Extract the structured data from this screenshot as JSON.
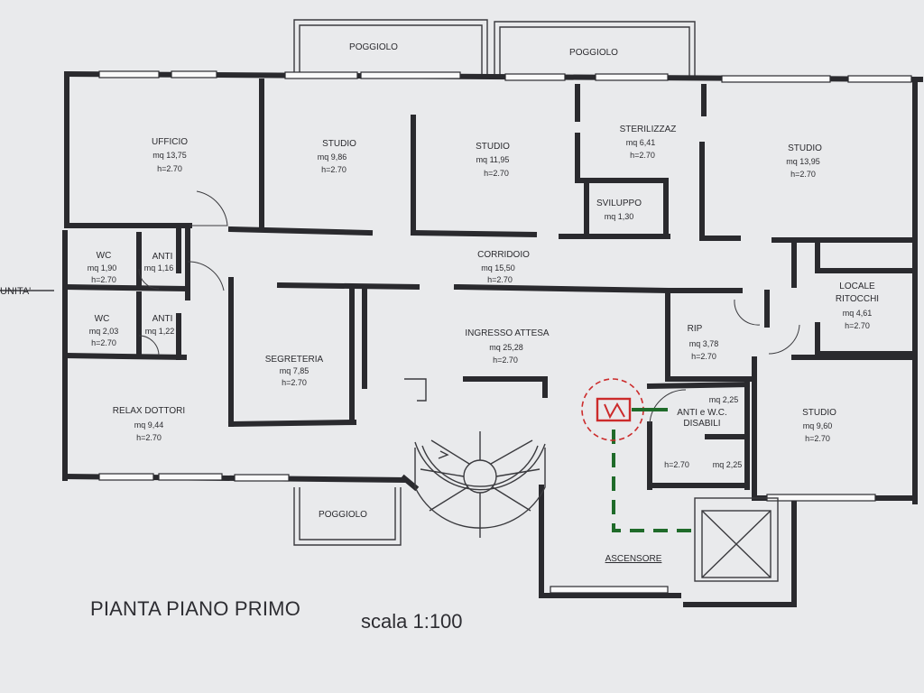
{
  "plan": {
    "title": "PIANTA PIANO PRIMO",
    "scale": "scala 1:100",
    "neighbor_label": "UNITA'",
    "accent_green": "#1f6b2a",
    "accent_red": "#cc2b2b",
    "rooms": [
      {
        "id": "ufficio",
        "name": "UFFICIO",
        "area": "mq 13,75",
        "height": "h=2.70"
      },
      {
        "id": "studio1",
        "name": "STUDIO",
        "area": "mq 9,86",
        "height": "h=2.70"
      },
      {
        "id": "studio2",
        "name": "STUDIO",
        "area": "mq 11,95",
        "height": "h=2.70"
      },
      {
        "id": "sterilizzaz",
        "name": "STERILIZZAZ",
        "area": "mq 6,41",
        "height": "h=2.70"
      },
      {
        "id": "sviluppo",
        "name": "SVILUPPO",
        "area": "mq 1,30",
        "height": ""
      },
      {
        "id": "studio3",
        "name": "STUDIO",
        "area": "mq 13,95",
        "height": "h=2.70"
      },
      {
        "id": "wc1",
        "name": "WC",
        "area": "mq 1,90",
        "height": "h=2.70"
      },
      {
        "id": "anti1",
        "name": "ANTI",
        "area": "mq 1,16",
        "height": ""
      },
      {
        "id": "wc2",
        "name": "WC",
        "area": "mq 2,03",
        "height": "h=2.70"
      },
      {
        "id": "anti2",
        "name": "ANTI",
        "area": "mq 1,22",
        "height": ""
      },
      {
        "id": "corridoio",
        "name": "CORRIDOIO",
        "area": "mq 15,50",
        "height": "h=2.70"
      },
      {
        "id": "locale",
        "name": "LOCALE",
        "name2": "RITOCCHI",
        "area": "mq 4,61",
        "height": "h=2.70"
      },
      {
        "id": "segreteria",
        "name": "SEGRETERIA",
        "area": "mq 7,85",
        "height": "h=2.70"
      },
      {
        "id": "ingresso",
        "name": "INGRESSO ATTESA",
        "area": "mq 25,28",
        "height": "h=2.70"
      },
      {
        "id": "rip",
        "name": "RIP",
        "area": "mq 3,78",
        "height": "h=2.70"
      },
      {
        "id": "disabili",
        "name": "ANTI e W.C.",
        "name2": "DISABILI",
        "area": "mq 2,25",
        "area2": "mq 2,25",
        "height": "h=2.70"
      },
      {
        "id": "studio4",
        "name": "STUDIO",
        "area": "mq 9,60",
        "height": "h=2.70"
      },
      {
        "id": "relax",
        "name": "RELAX DOTTORI",
        "area": "mq 9,44",
        "height": "h=2.70"
      }
    ],
    "balconies": [
      "POGGIOLO",
      "POGGIOLO",
      "POGGIOLO"
    ],
    "elevator": "ASCENSORE"
  }
}
